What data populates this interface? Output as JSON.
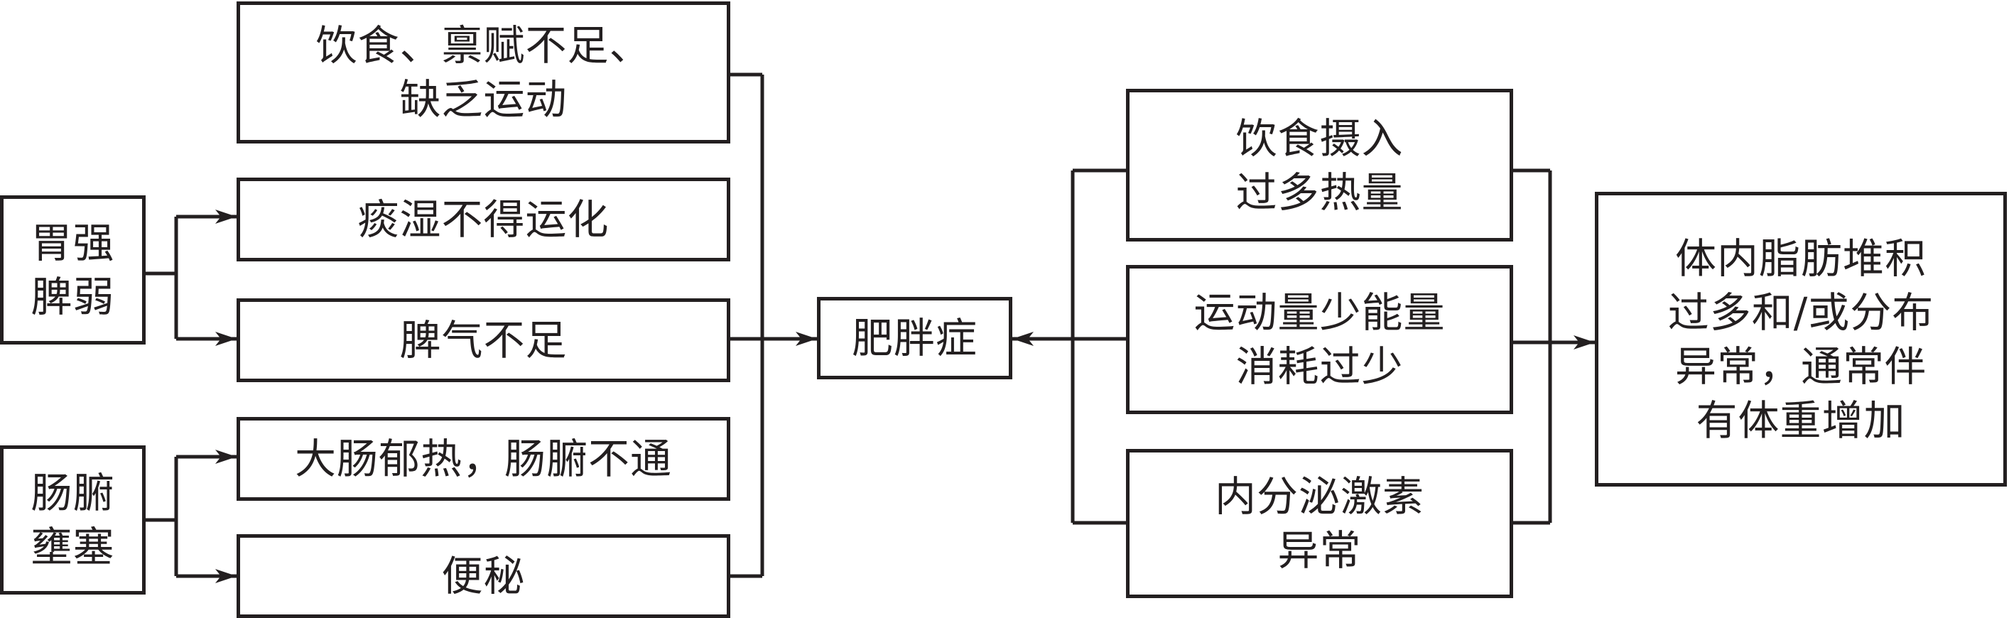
{
  "diagram": {
    "nodes": {
      "diet_endowment": "饮食、禀赋不足、\n缺乏运动",
      "stomach_spleen": "胃强\n脾弱",
      "phlegm_damp": "痰湿不得运化",
      "spleen_qi": "脾气不足",
      "bowel_obstruction": "肠腑\n壅塞",
      "large_intestine_heat": "大肠郁热，肠腑不通",
      "constipation": "便秘",
      "obesity": "肥胖症",
      "excess_calories": "饮食摄入\n过多热量",
      "low_exercise": "运动量少能量\n消耗过少",
      "endocrine": "内分泌激素\n异常",
      "definition": "体内脂肪堆积\n过多和/或分布\n异常，通常伴\n有体重增加"
    }
  }
}
